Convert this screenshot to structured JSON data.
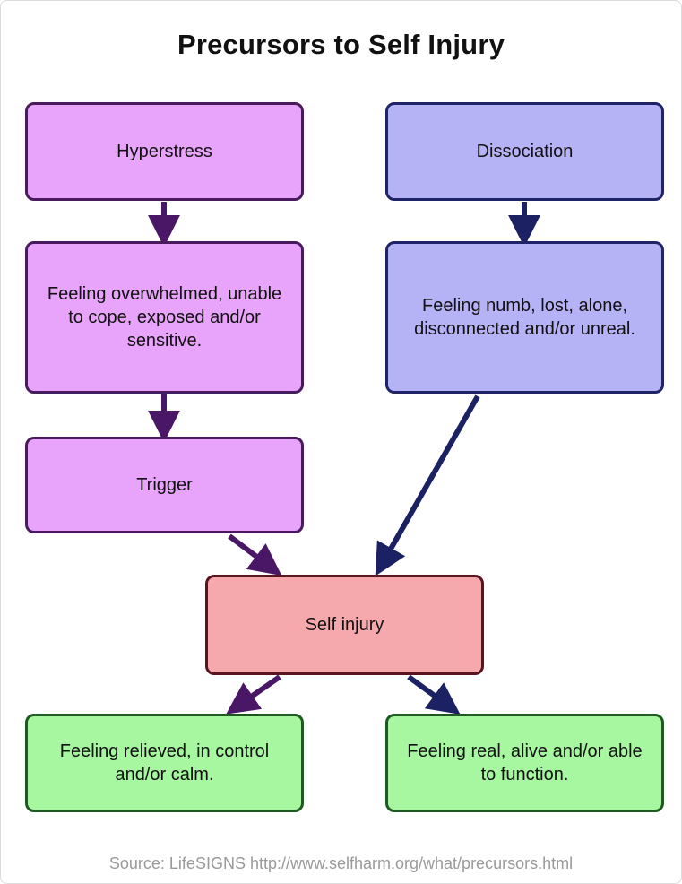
{
  "title": "Precursors to Self Injury",
  "nodes": {
    "hyperstress": "Hyperstress",
    "dissociation": "Dissociation",
    "overwhelmed": "Feeling overwhelmed, unable\nto cope, exposed and/or\nsensitive.",
    "numb": "Feeling numb, lost, alone,\ndisconnected and/or unreal.",
    "trigger": "Trigger",
    "self_injury": "Self injury",
    "relieved": "Feeling relieved, in control\nand/or calm.",
    "real": "Feeling real, alive and/or able\nto function."
  },
  "edges": [
    {
      "from": "hyperstress",
      "to": "overwhelmed"
    },
    {
      "from": "overwhelmed",
      "to": "trigger"
    },
    {
      "from": "trigger",
      "to": "self_injury"
    },
    {
      "from": "dissociation",
      "to": "numb"
    },
    {
      "from": "numb",
      "to": "self_injury"
    },
    {
      "from": "self_injury",
      "to": "relieved"
    },
    {
      "from": "self_injury",
      "to": "real"
    }
  ],
  "source": "Source: LifeSIGNS http://www.selfharm.org/what/precursors.html",
  "colors": {
    "purple_fill": "#e8a3fb",
    "purple_border": "#4a1a5e",
    "blue_fill": "#b6b2f6",
    "blue_border": "#1f2468",
    "red_fill": "#f6a9ad",
    "red_border": "#5a1420",
    "green_fill": "#a6f79f",
    "green_border": "#1d5a22",
    "purple_arrow": "#4a1766",
    "navy_arrow": "#1b2163"
  }
}
